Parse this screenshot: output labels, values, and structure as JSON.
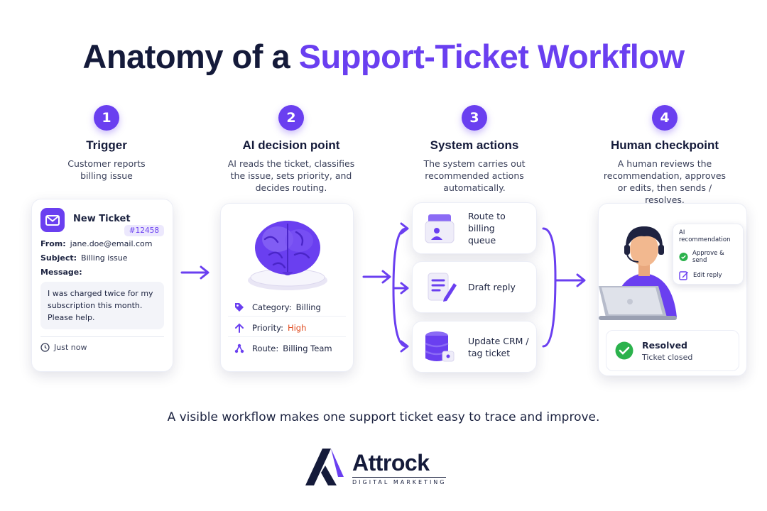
{
  "title": {
    "part1": "Anatomy of a ",
    "part2": "Support-Ticket Workflow"
  },
  "steps": [
    {
      "number": "1",
      "title": "Trigger",
      "desc": "Customer reports billing issue"
    },
    {
      "number": "2",
      "title": "AI decision point",
      "desc": "AI reads the ticket, classifies the issue, sets priority, and decides routing."
    },
    {
      "number": "3",
      "title": "System actions",
      "desc": "The system carries out recommended actions automatically."
    },
    {
      "number": "4",
      "title": "Human checkpoint",
      "desc": "A human reviews the recommendation, approves or edits, then sends / resolves."
    }
  ],
  "ticket": {
    "name": "New Ticket",
    "id": "#12458",
    "from_label": "From:",
    "from_value": "jane.doe@email.com",
    "subject_label": "Subject:",
    "subject_value": "Billing issue",
    "message_label": "Message:",
    "message": "I was charged twice for my subscription this month. Please help.",
    "time": "Just now"
  },
  "ai": {
    "category_label": "Category:",
    "category_value": "Billing",
    "priority_label": "Priority:",
    "priority_value": "High",
    "route_label": "Route:",
    "route_value": "Billing Team"
  },
  "actions": [
    {
      "label": "Route to billing queue",
      "icon": "inbox-user-icon"
    },
    {
      "label": "Draft reply",
      "icon": "document-pen-icon"
    },
    {
      "label": "Update CRM / tag ticket",
      "icon": "database-tag-icon"
    }
  ],
  "human": {
    "rec_title": "AI recommendation",
    "approve": "Approve & send",
    "edit": "Edit reply",
    "resolved_title": "Resolved",
    "resolved_sub": "Ticket closed"
  },
  "tagline": "A visible workflow makes one support ticket easy to trace and improve.",
  "logo": {
    "name": "Attrock",
    "sub": "DIGITAL MARKETING"
  },
  "colors": {
    "accent": "#6a3ff0",
    "navy": "#141a3a",
    "high": "#e04b1f",
    "success": "#2bb24c"
  }
}
